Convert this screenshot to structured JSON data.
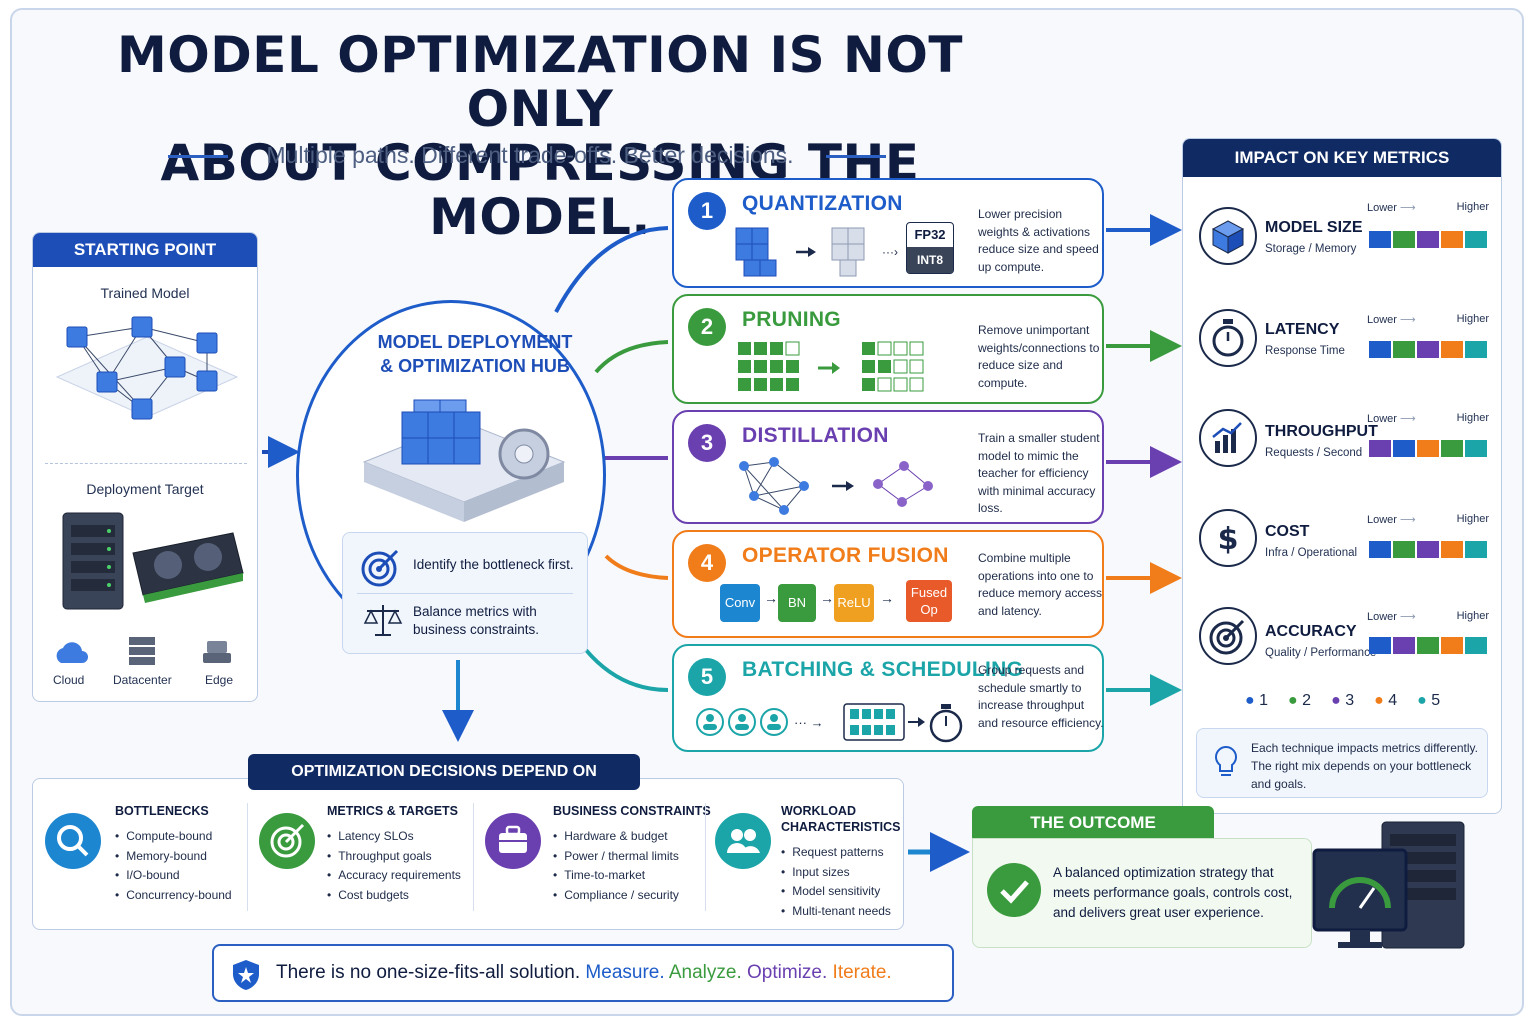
{
  "header": {
    "title_line1": "MODEL OPTIMIZATION IS NOT ONLY",
    "title_line2": "ABOUT COMPRESSING THE MODEL.",
    "subtitle": "Multiple paths. Different trade-offs. Better decisions."
  },
  "starting_point": {
    "heading": "STARTING POINT",
    "trained_model_label": "Trained Model",
    "deployment_target_label": "Deployment Target",
    "targets": [
      {
        "label": "Cloud",
        "icon": "cloud-icon"
      },
      {
        "label": "Datacenter",
        "icon": "datacenter-icon"
      },
      {
        "label": "Edge",
        "icon": "edge-device-icon"
      }
    ]
  },
  "hub": {
    "title_line1": "MODEL DEPLOYMENT",
    "title_line2": "& OPTIMIZATION HUB",
    "points": [
      {
        "text": "Identify the bottleneck first.",
        "icon": "target-icon"
      },
      {
        "text": "Balance metrics with business constraints.",
        "icon": "scale-icon"
      }
    ]
  },
  "techniques": [
    {
      "num": "1",
      "title": "QUANTIZATION",
      "color": "#1d5cc9",
      "desc": "Lower precision weights & activations reduce size and speed up compute.",
      "chip_top": "FP32",
      "chip_bottom": "INT8"
    },
    {
      "num": "2",
      "title": "PRUNING",
      "color": "#3a9b3e",
      "desc": "Remove unimportant weights/connections to reduce size and compute."
    },
    {
      "num": "3",
      "title": "DISTILLATION",
      "color": "#6a3fb0",
      "desc": "Train a smaller student model to mimic the teacher for efficiency with minimal accuracy loss."
    },
    {
      "num": "4",
      "title": "OPERATOR FUSION",
      "color": "#f07c1a",
      "desc": "Combine multiple operations into one to reduce memory access and latency.",
      "ops": [
        "Conv",
        "BN",
        "ReLU",
        "Fused Op"
      ]
    },
    {
      "num": "5",
      "title": "BATCHING & SCHEDULING",
      "color": "#1ba5a8",
      "desc": "Group requests and schedule smartly to increase throughput and resource efficiency."
    }
  ],
  "metrics": {
    "heading": "IMPACT ON KEY METRICS",
    "scale_low": "Lower",
    "scale_high": "Higher",
    "items": [
      {
        "title": "MODEL SIZE",
        "sub": "Storage / Memory",
        "icon": "cube-icon"
      },
      {
        "title": "LATENCY",
        "sub": "Response Time",
        "icon": "stopwatch-icon"
      },
      {
        "title": "THROUGHPUT",
        "sub": "Requests / Second",
        "icon": "bar-chart-icon"
      },
      {
        "title": "COST",
        "sub": "Infra / Operational",
        "icon": "dollar-icon"
      },
      {
        "title": "ACCURACY",
        "sub": "Quality / Performance",
        "icon": "target-icon"
      }
    ],
    "bar_colors": [
      [
        "#1d5cc9",
        "#3a9b3e",
        "#6a3fb0",
        "#f07c1a",
        "#1ba5a8"
      ],
      [
        "#1d5cc9",
        "#3a9b3e",
        "#6a3fb0",
        "#f07c1a",
        "#1ba5a8"
      ],
      [
        "#6a3fb0",
        "#1d5cc9",
        "#f07c1a",
        "#3a9b3e",
        "#1ba5a8"
      ],
      [
        "#1d5cc9",
        "#3a9b3e",
        "#6a3fb0",
        "#f07c1a",
        "#1ba5a8"
      ],
      [
        "#1d5cc9",
        "#6a3fb0",
        "#3a9b3e",
        "#f07c1a",
        "#1ba5a8"
      ]
    ],
    "legend": [
      {
        "num": "1",
        "color": "#1d5cc9"
      },
      {
        "num": "2",
        "color": "#3a9b3e"
      },
      {
        "num": "3",
        "color": "#6a3fb0"
      },
      {
        "num": "4",
        "color": "#f07c1a"
      },
      {
        "num": "5",
        "color": "#1ba5a8"
      }
    ],
    "note": "Each technique impacts metrics differently. The right mix depends on your bottleneck and goals."
  },
  "decisions": {
    "heading": "OPTIMIZATION DECISIONS DEPEND ON",
    "columns": [
      {
        "title": "BOTTLENECKS",
        "items": [
          "Compute-bound",
          "Memory-bound",
          "I/O-bound",
          "Concurrency-bound"
        ],
        "icon": "search-icon",
        "color": "#1d5cc9"
      },
      {
        "title": "METRICS & TARGETS",
        "items": [
          "Latency SLOs",
          "Throughput goals",
          "Accuracy requirements",
          "Cost budgets"
        ],
        "icon": "target-icon",
        "color": "#3a9b3e"
      },
      {
        "title": "BUSINESS CONSTRAINTS",
        "items": [
          "Hardware & budget",
          "Power / thermal limits",
          "Time-to-market",
          "Compliance / security"
        ],
        "icon": "briefcase-icon",
        "color": "#6a3fb0"
      },
      {
        "title": "WORKLOAD CHARACTERISTICS",
        "items": [
          "Request patterns",
          "Input sizes",
          "Model sensitivity",
          "Multi-tenant needs"
        ],
        "icon": "users-icon",
        "color": "#1ba5a8"
      }
    ]
  },
  "outcome": {
    "heading": "THE OUTCOME",
    "text": "A balanced optimization strategy that meets performance goals, controls cost, and delivers great user experience."
  },
  "banner": {
    "lead": "There is no one-size-fits-all solution.",
    "words": [
      {
        "text": "Measure.",
        "color": "#1d5cc9"
      },
      {
        "text": "Analyze.",
        "color": "#3a9b3e"
      },
      {
        "text": "Optimize.",
        "color": "#6a3fb0"
      },
      {
        "text": "Iterate.",
        "color": "#f07c1a"
      }
    ]
  }
}
